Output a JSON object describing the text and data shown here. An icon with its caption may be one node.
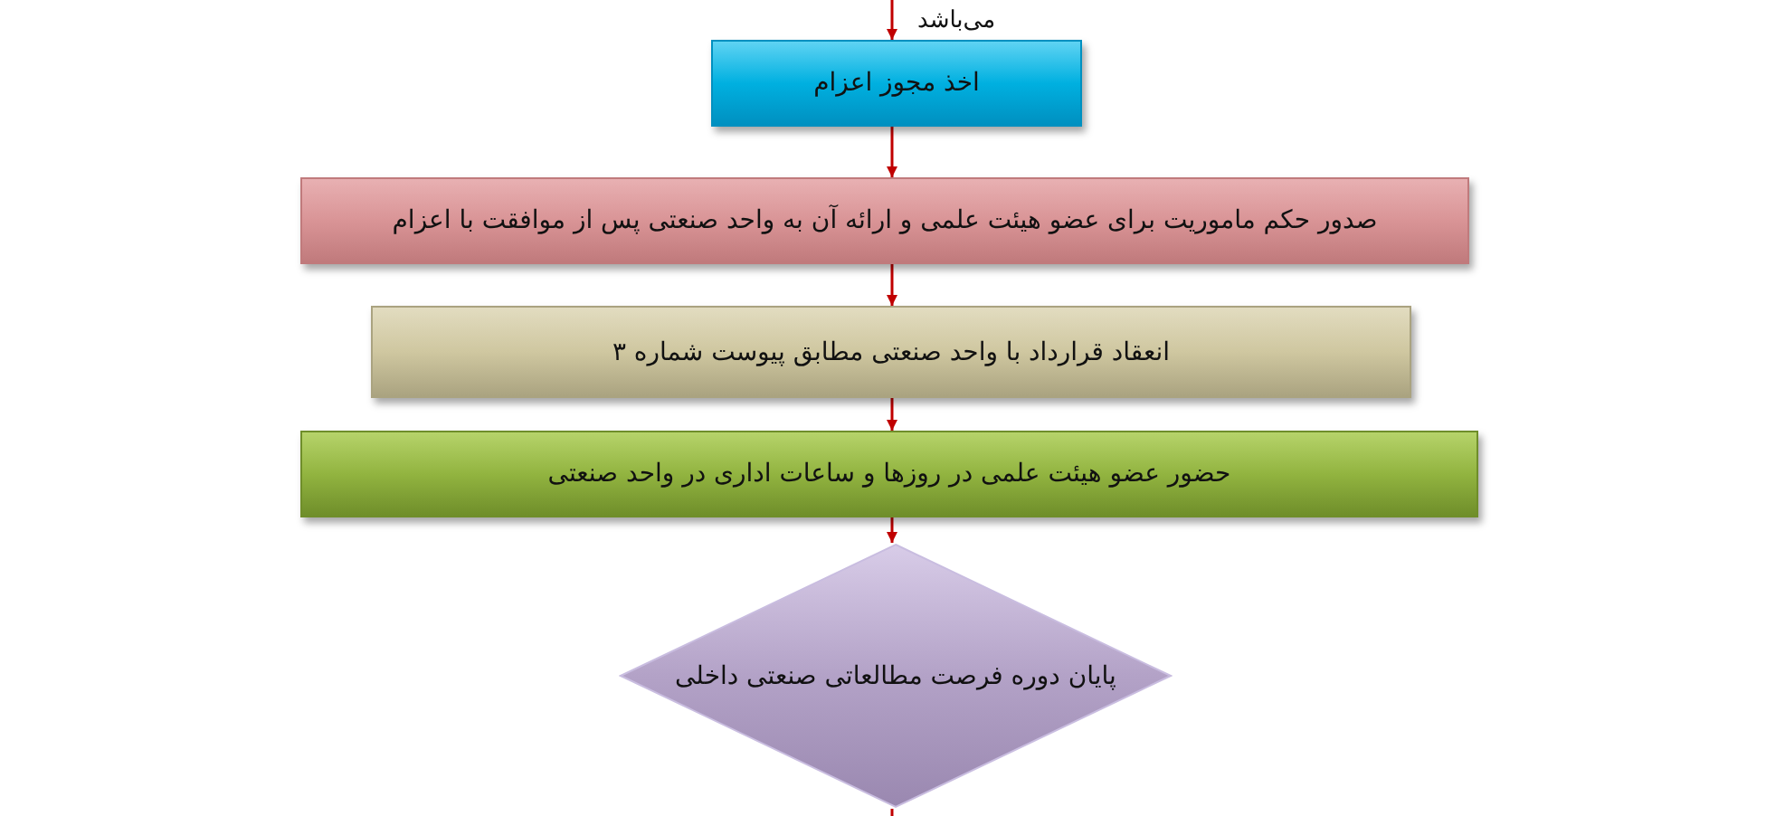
{
  "diagram": {
    "nodes": [
      {
        "text": [
          "اخذ مجوز اعزام"
        ]
      },
      {
        "text": [
          "صدور حکم ماموریت برای عضو هیئت علمی و ارائه آن به واحد صنعتی پس از موافقت با اعزام"
        ]
      },
      {
        "text": [
          "انعقاد قرارداد با واحد صنعتی مطابق پیوست شماره ۳"
        ]
      },
      {
        "text": [
          "حضور عضو هیئت علمی در روزها و ساعات اداری در واحد صنعتی"
        ]
      },
      {
        "text": [
          "پایان دوره فرصت مطالعاتی صنعتی داخلی"
        ]
      }
    ],
    "edges": [
      {
        "from": null,
        "to": 0,
        "arrow": "to"
      },
      {
        "from": 0,
        "to": 1,
        "arrow": "to"
      },
      {
        "from": 1,
        "to": 2,
        "arrow": "to"
      },
      {
        "from": 2,
        "to": 3,
        "arrow": "to"
      },
      {
        "from": 3,
        "to": 4,
        "arrow": "to"
      },
      {
        "from": 4,
        "to": null,
        "arrow": "none"
      }
    ],
    "labels": [
      "می‌باشد"
    ]
  }
}
